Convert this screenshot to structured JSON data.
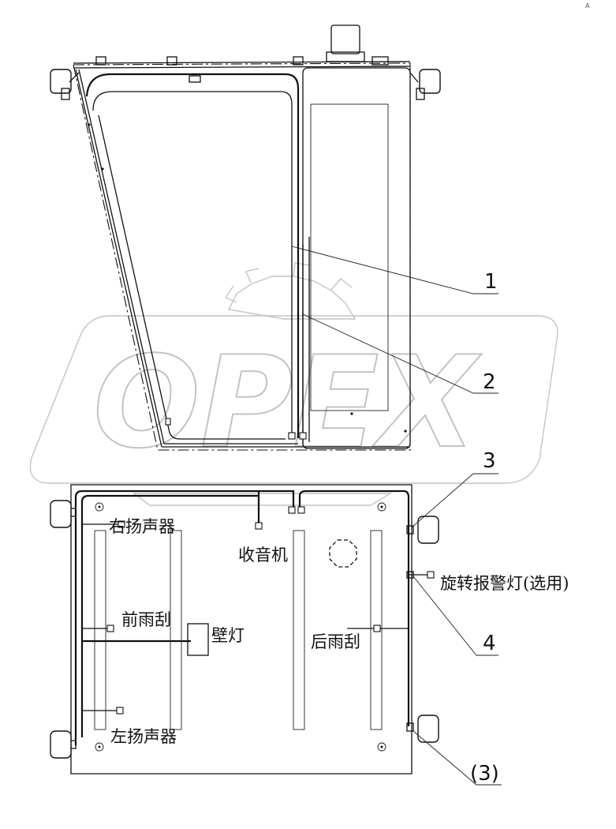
{
  "watermark": "OPEX",
  "labels": {
    "right_speaker": "右扬声器",
    "radio": "收音机",
    "front_wiper": "前雨刮",
    "wall_lamp": "壁灯",
    "rear_wiper": "后雨刮",
    "left_speaker": "左扬声器",
    "rotating_beacon": "旋转报警灯(选用)"
  },
  "callouts": {
    "c1": "1",
    "c2": "2",
    "c3": "3",
    "c4": "4",
    "c3b": "(3)"
  },
  "top_mark": "A"
}
